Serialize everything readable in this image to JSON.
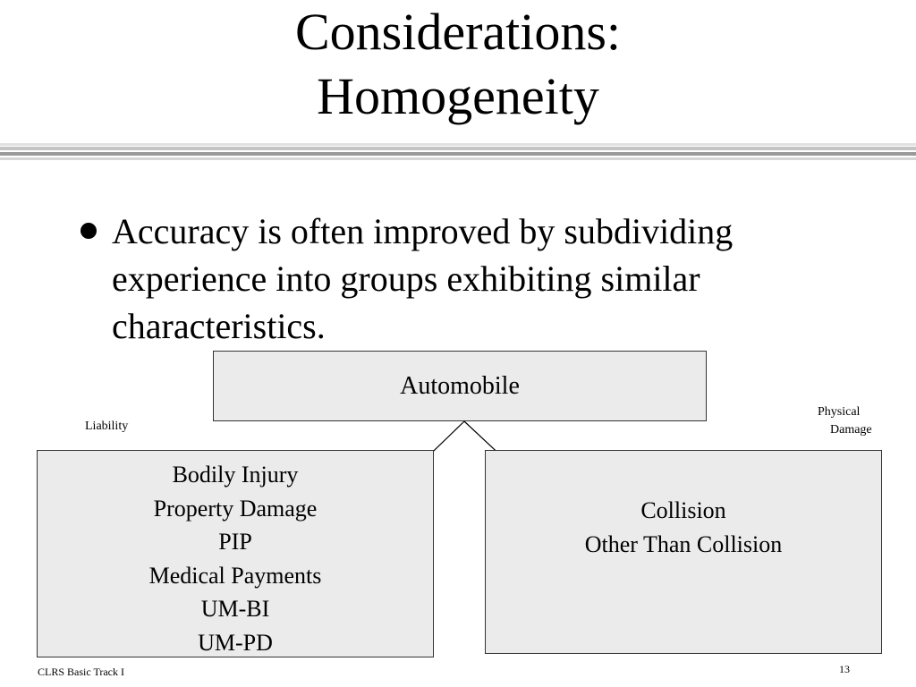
{
  "title": {
    "line1": "Considerations:",
    "line2": "Homogeneity"
  },
  "bullet": {
    "text": "Accuracy is often improved by subdividing experience into groups exhibiting similar characteristics."
  },
  "diagram": {
    "top_box": "Automobile",
    "left_label": "Liability",
    "right_label_line1": "Physical",
    "right_label_line2": "Damage",
    "left_box_items": [
      "Bodily Injury",
      "Property Damage",
      "PIP",
      "Medical Payments",
      "UM-BI",
      "UM-PD"
    ],
    "right_box_items": [
      "Collision",
      "Other Than Collision"
    ]
  },
  "footer": {
    "left": "CLRS Basic Track I",
    "page_number": "13"
  },
  "colors": {
    "box_fill": "#ebebeb",
    "box_border": "#333333",
    "rule_dark": "#8a8a8a",
    "rule_light": "#cfcfcf"
  }
}
